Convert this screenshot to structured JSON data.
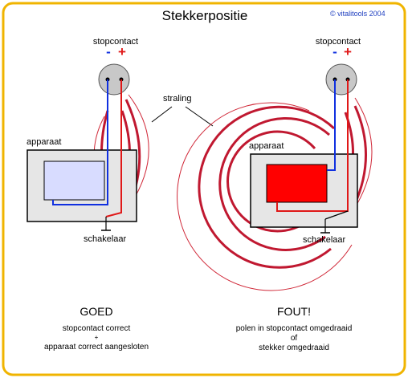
{
  "title": "Stekkerpositie",
  "copyright": "© vitalitools 2004",
  "radiation_label": "straling",
  "left": {
    "socket_label": "stopcontact",
    "minus": "-",
    "plus": "+",
    "device_label": "apparaat",
    "switch_label": "schakelaar",
    "verdict": "GOED",
    "line1": "stopcontact correct",
    "line2": "+",
    "line3": "apparaat correct aangesloten"
  },
  "right": {
    "socket_label": "stopcontact",
    "minus": "-",
    "plus": "+",
    "device_label": "apparaat",
    "switch_label": "schakelaar",
    "verdict": "FOUT!",
    "line1": "polen in stopcontact omgedraaid",
    "line2": "of",
    "line3": "stekker omgedraaid"
  },
  "colors": {
    "border": "#f0b400",
    "blue_wire": "#1030e0",
    "red_wire": "#e01818",
    "wave": "#c01830",
    "screen_ok": "#d8dcff",
    "screen_bad": "#ff0000",
    "device_body": "#e6e6e6",
    "socket": "#c8c8c8"
  }
}
